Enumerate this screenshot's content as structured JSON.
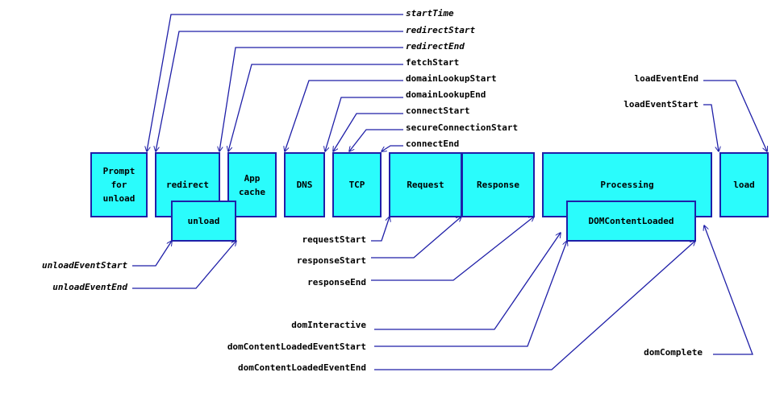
{
  "colors": {
    "box_fill": "#2afcfc",
    "box_border": "#1f1fa8",
    "connector": "#1f1fa8",
    "text": "#000000",
    "background": "#ffffff"
  },
  "boxes": {
    "prompt_for_unload": "Prompt\nfor\nunload",
    "redirect": "redirect",
    "unload": "unload",
    "app_cache": "App\ncache",
    "dns": "DNS",
    "tcp": "TCP",
    "request": "Request",
    "response": "Response",
    "processing": "Processing",
    "dom_content_loaded": "DOMContentLoaded",
    "load": "load"
  },
  "labels": {
    "start_time": "startTime",
    "redirect_start": "redirectStart",
    "redirect_end": "redirectEnd",
    "fetch_start": "fetchStart",
    "domain_lookup_start": "domainLookupStart",
    "domain_lookup_end": "domainLookupEnd",
    "connect_start": "connectStart",
    "secure_connection_start": "secureConnectionStart",
    "connect_end": "connectEnd",
    "load_event_end": "loadEventEnd",
    "load_event_start": "loadEventStart",
    "request_start": "requestStart",
    "response_start": "responseStart",
    "response_end": "responseEnd",
    "unload_event_start": "unloadEventStart",
    "unload_event_end": "unloadEventEnd",
    "dom_interactive": "domInteractive",
    "dom_content_loaded_event_start": "domContentLoadedEventStart",
    "dom_content_loaded_event_end": "domContentLoadedEventEnd",
    "dom_complete": "domComplete"
  }
}
